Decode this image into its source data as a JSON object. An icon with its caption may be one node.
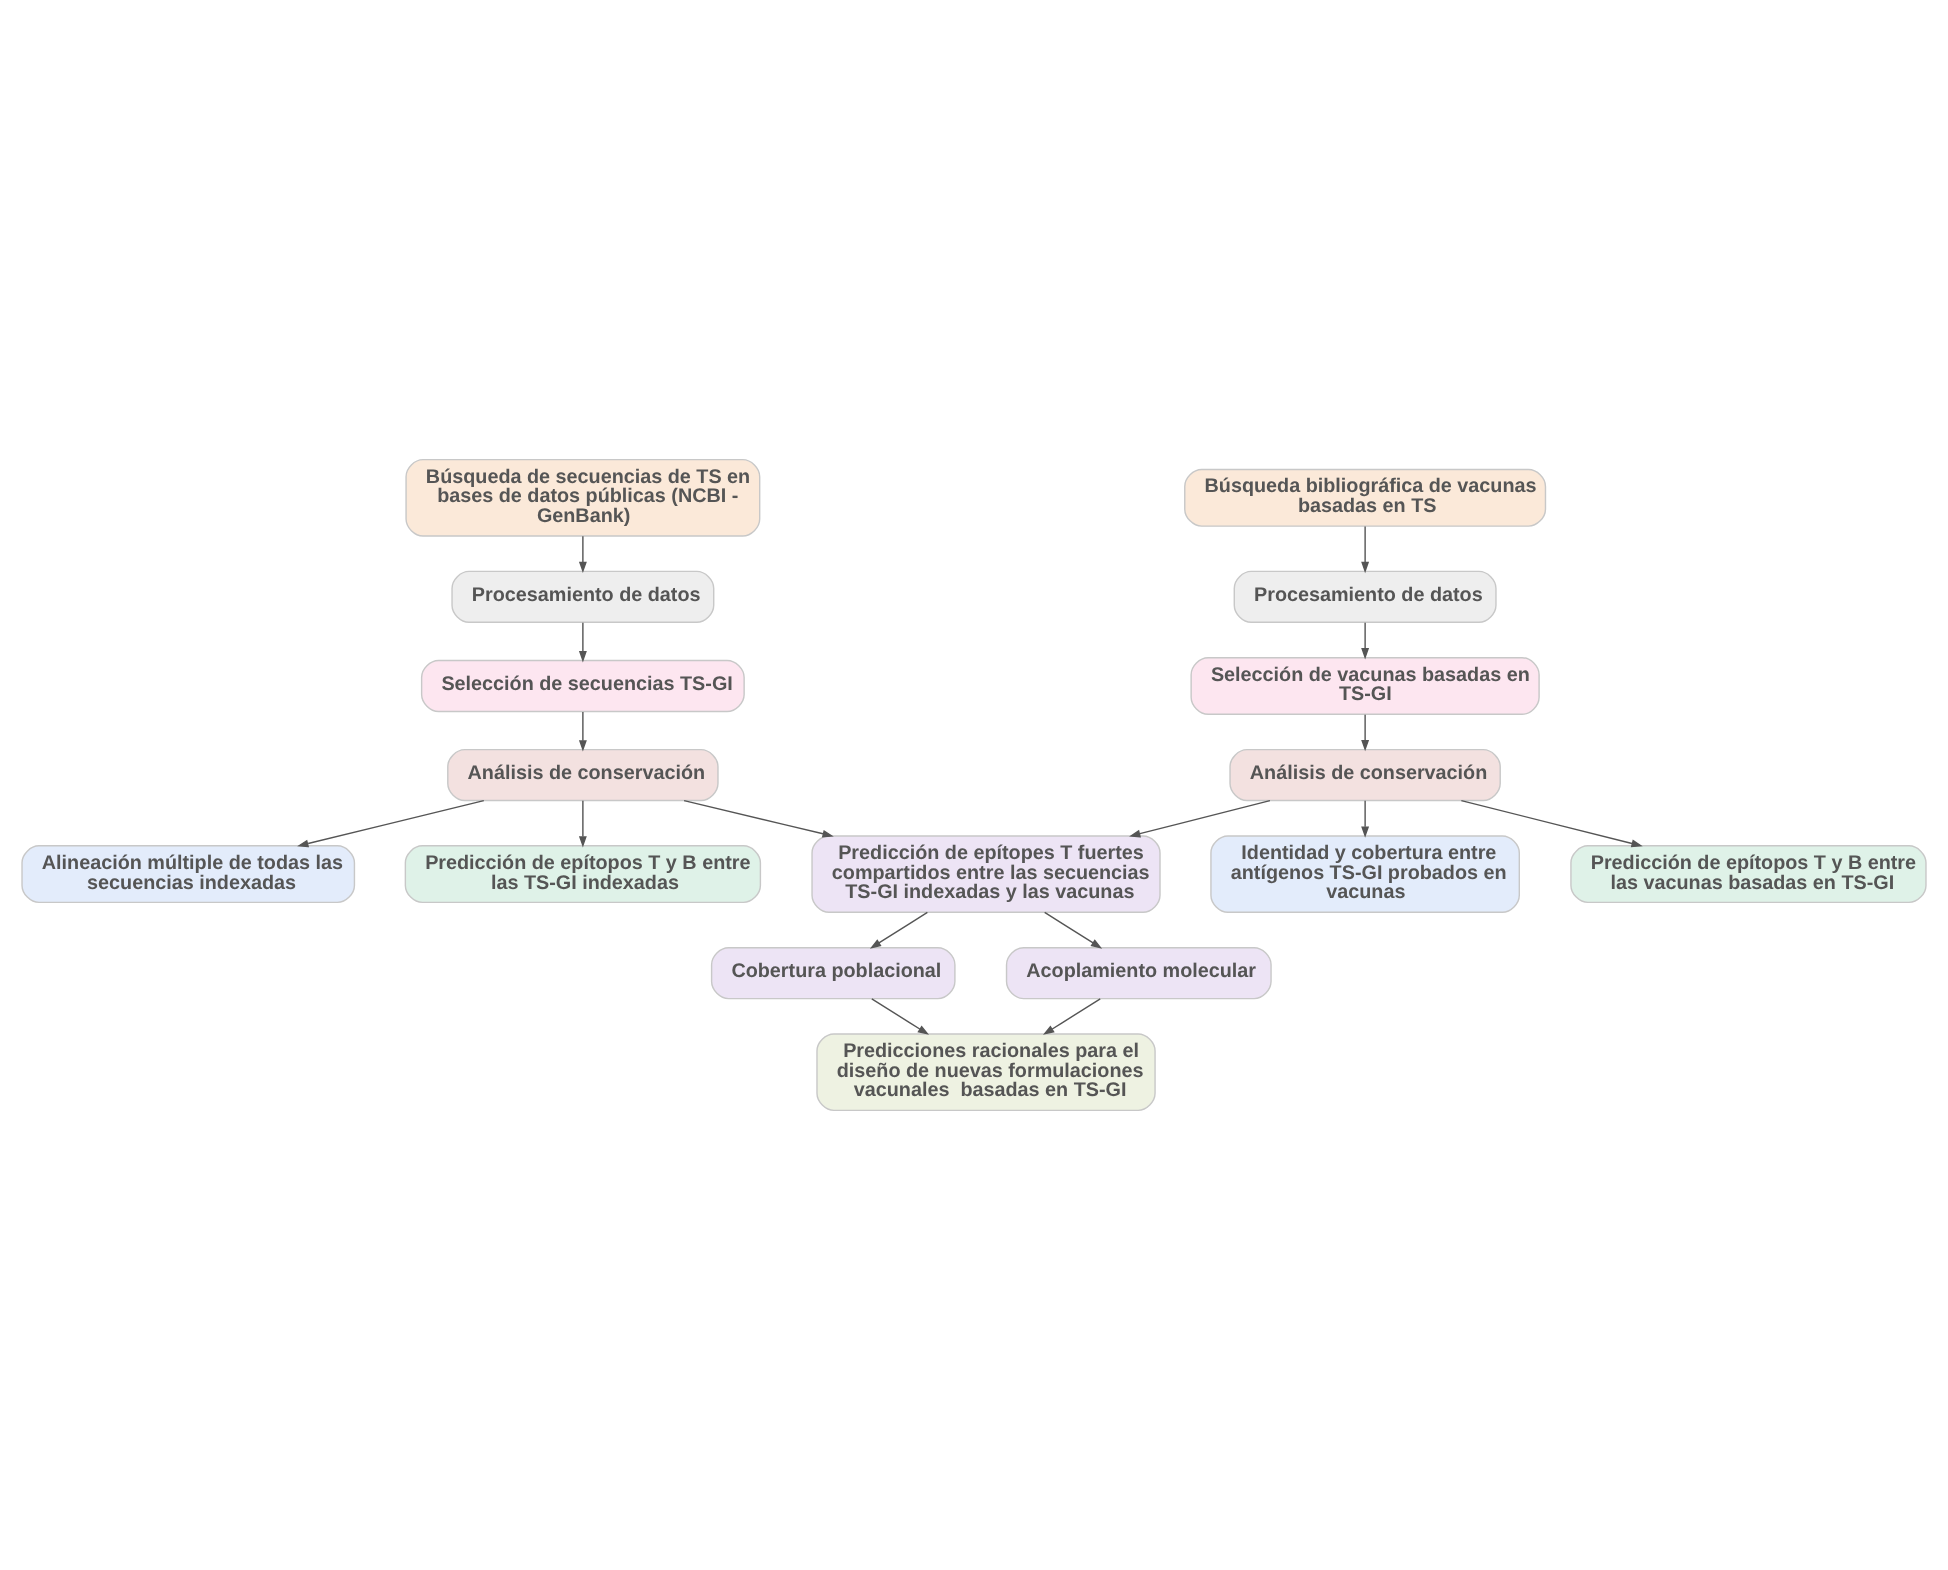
{
  "diagram": {
    "nodes": [
      {
        "text": [
          "Búsqueda de secuencias de TS en bases de datos públicas (NCBI - GenBank)"
        ]
      },
      {
        "text": [
          "Procesamiento de datos"
        ]
      },
      {
        "text": [
          "Selección de secuencias TS-GI"
        ]
      },
      {
        "text": [
          "Análisis de conservación"
        ]
      },
      {
        "text": [
          "Alineación múltiple de todas las secuencias indexadas"
        ]
      },
      {
        "text": [
          "Predicción de epítopos T y B entre las TS-GI indexadas"
        ]
      },
      {
        "text": [
          "Búsqueda bibliográfica de vacunas basadas en TS"
        ]
      },
      {
        "text": [
          "Procesamiento de datos"
        ]
      },
      {
        "text": [
          "Selección de vacunas basadas en TS-GI"
        ]
      },
      {
        "text": [
          "Análisis de conservación"
        ]
      },
      {
        "text": [
          "Identidad y cobertura entre antígenos TS-GI probados en vacunas"
        ]
      },
      {
        "text": [
          "Predicción de epítopos T y B entre las vacunas basadas en TS-GI"
        ]
      },
      {
        "text": [
          "Predicción de epítopes T fuertes compartidos entre las secuencias TS-GI indexadas y las vacunas"
        ]
      },
      {
        "text": [
          "Cobertura poblacional"
        ]
      },
      {
        "text": [
          "Acoplamiento molecular"
        ]
      },
      {
        "text": [
          "Predicciones racionales para el diseño de nuevas formulaciones vacunales  basadas en TS-GI"
        ]
      }
    ],
    "edges": [
      {
        "from": 0,
        "to": 1,
        "arrow": "to"
      },
      {
        "from": 1,
        "to": 2,
        "arrow": "to"
      },
      {
        "from": 2,
        "to": 3,
        "arrow": "to"
      },
      {
        "from": 3,
        "to": 4,
        "arrow": "to"
      },
      {
        "from": 3,
        "to": 5,
        "arrow": "to"
      },
      {
        "from": 3,
        "to": 12,
        "arrow": "to"
      },
      {
        "from": 6,
        "to": 7,
        "arrow": "to"
      },
      {
        "from": 7,
        "to": 8,
        "arrow": "to"
      },
      {
        "from": 8,
        "to": 9,
        "arrow": "to"
      },
      {
        "from": 9,
        "to": 10,
        "arrow": "to"
      },
      {
        "from": 9,
        "to": 11,
        "arrow": "to"
      },
      {
        "from": 9,
        "to": 12,
        "arrow": "to"
      },
      {
        "from": 12,
        "to": 13,
        "arrow": "to"
      },
      {
        "from": 12,
        "to": 14,
        "arrow": "to"
      },
      {
        "from": 13,
        "to": 15,
        "arrow": "to"
      },
      {
        "from": 14,
        "to": 15,
        "arrow": "to"
      }
    ]
  }
}
